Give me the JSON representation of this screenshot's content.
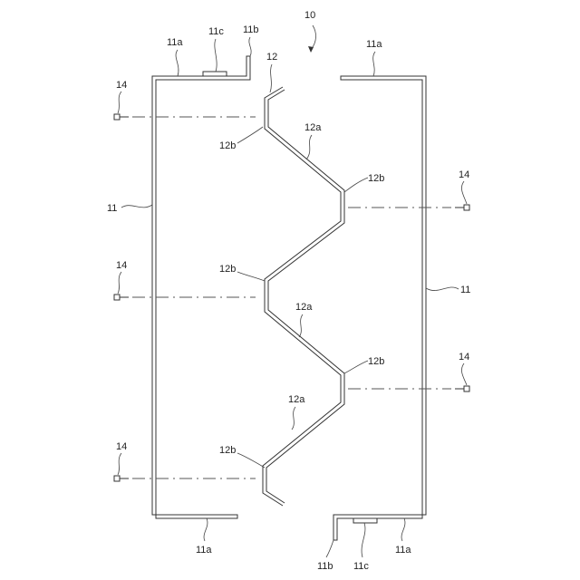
{
  "figure_number": "10",
  "labels": {
    "frame": "11",
    "flange": "11a",
    "lip": "11b",
    "pad": "11c",
    "panel": "12",
    "panel_face": "12a",
    "panel_ridge": "12b",
    "bolt": "14"
  }
}
